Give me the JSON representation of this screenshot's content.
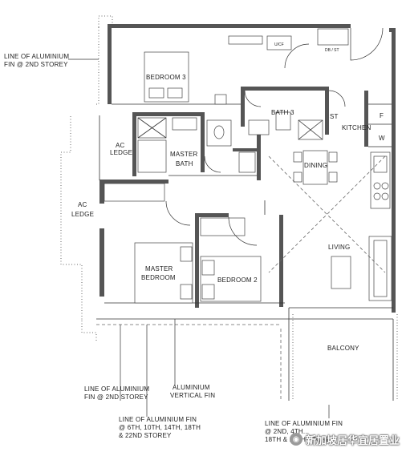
{
  "rooms": {
    "bedroom3": "BEDROOM 3",
    "master_bedroom": [
      "MASTER",
      "BEDROOM"
    ],
    "bedroom2": "BEDROOM 2",
    "master_bath": [
      "MASTER",
      "BATH"
    ],
    "bath3": "BATH 3",
    "kitchen": "KITCHEN",
    "dining": "DINING",
    "living": "LIVING",
    "balcony": "BALCONY",
    "ac_ledge_upper": [
      "AC",
      "LEDGE"
    ],
    "ac_ledge_lower": [
      "AC",
      "LEDGE"
    ],
    "store": "ST"
  },
  "fixtures": {
    "ucf": "U/CF",
    "db_st": "DB / ST",
    "fridge": "F",
    "washer": "W"
  },
  "notes": {
    "fin_top": [
      "LINE OF ALUMINIUM",
      "FIN @ 2ND STOREY"
    ],
    "fin_bottom_left": [
      "LINE OF ALUMINIUM",
      "FIN @ 2ND STOREY"
    ],
    "vertical_fin": [
      "ALUMINIUM",
      "VERTICAL FIN"
    ],
    "fin_6th": [
      "LINE OF ALUMINIUM FIN",
      "@ 6TH, 10TH, 14TH, 18TH",
      "& 22ND STOREY"
    ],
    "fin_right": [
      "LINE OF ALUMINIUM FIN",
      "@ 2ND, 4TH...",
      "18TH & 20TH STOREY"
    ]
  },
  "watermark": {
    "icon": "wechat-icon",
    "text": "新加坡居华宜居置业"
  },
  "colors": {
    "wall": "#555555",
    "line": "#333333",
    "background": "#ffffff"
  }
}
